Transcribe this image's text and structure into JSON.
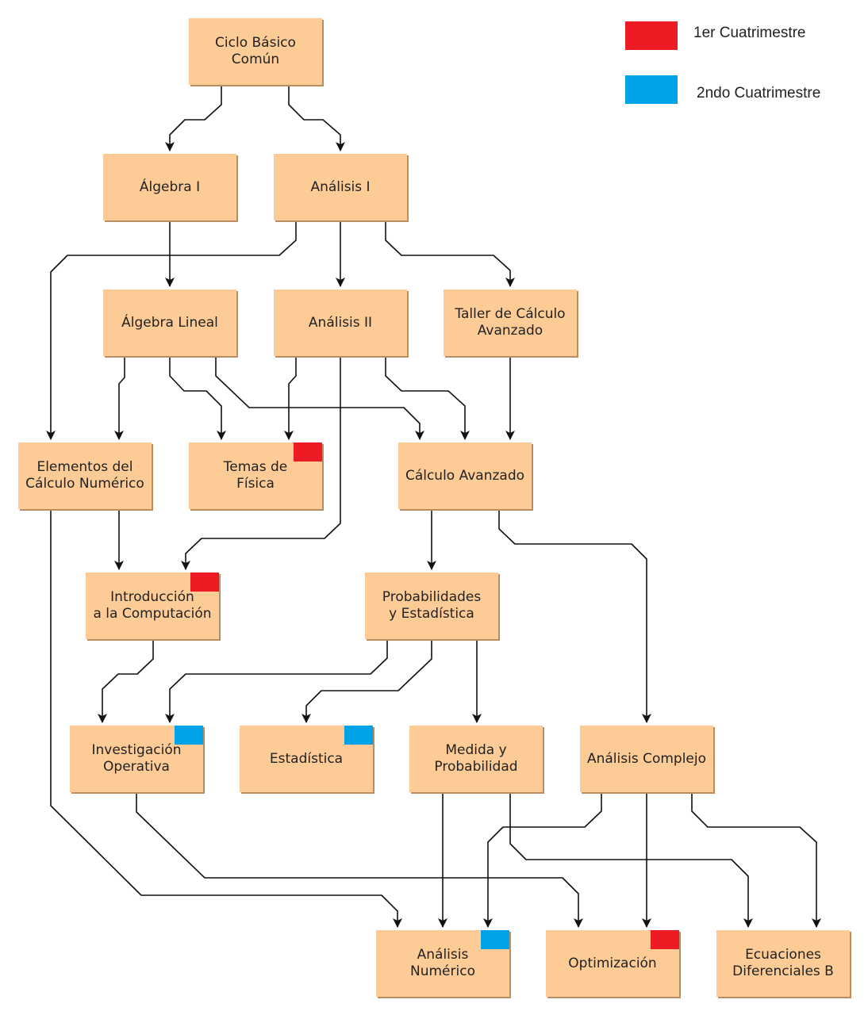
{
  "colors": {
    "node_fill": "#fdcb96",
    "edge": "#111111",
    "first_semester": "#ed1c24",
    "second_semester": "#00a2e8"
  },
  "legend": [
    {
      "id": "first",
      "label": "1er Cuatrimestre",
      "color": "#ed1c24"
    },
    {
      "id": "second",
      "label": "2ndo Cuatrimestre",
      "color": "#00a2e8"
    }
  ],
  "nodes": [
    {
      "id": "cbc",
      "label": "Ciclo Básico\nComún",
      "tag": null
    },
    {
      "id": "algebra1",
      "label": "Álgebra I",
      "tag": null
    },
    {
      "id": "analisis1",
      "label": "Análisis I",
      "tag": null
    },
    {
      "id": "algebra_lineal",
      "label": "Álgebra Lineal",
      "tag": null
    },
    {
      "id": "analisis2",
      "label": "Análisis II",
      "tag": null
    },
    {
      "id": "taller",
      "label": "Taller de Cálculo\nAvanzado",
      "tag": null
    },
    {
      "id": "elementos",
      "label": "Elementos del\nCálculo Numérico",
      "tag": null
    },
    {
      "id": "fisica",
      "label": "Temas de\nFísica",
      "tag": "first"
    },
    {
      "id": "calculo_avanzado",
      "label": "Cálculo Avanzado",
      "tag": null
    },
    {
      "id": "intro_comp",
      "label": "Introducción\na la Computación",
      "tag": "first"
    },
    {
      "id": "probabilidades",
      "label": "Probabilidades\ny Estadística",
      "tag": null
    },
    {
      "id": "investigacion",
      "label": "Investigación\nOperativa",
      "tag": "second"
    },
    {
      "id": "estadistica",
      "label": "Estadística",
      "tag": "second"
    },
    {
      "id": "medida",
      "label": "Medida y\nProbabilidad",
      "tag": null
    },
    {
      "id": "complejo",
      "label": "Análisis Complejo",
      "tag": null
    },
    {
      "id": "numerico",
      "label": "Análisis\nNumérico",
      "tag": "second"
    },
    {
      "id": "optimizacion",
      "label": "Optimización",
      "tag": "first"
    },
    {
      "id": "ecuaciones",
      "label": "Ecuaciones\nDiferenciales B",
      "tag": null
    }
  ],
  "edges": [
    {
      "from": "cbc",
      "to": "algebra1"
    },
    {
      "from": "cbc",
      "to": "analisis1"
    },
    {
      "from": "algebra1",
      "to": "algebra_lineal"
    },
    {
      "from": "analisis1",
      "to": "analisis2"
    },
    {
      "from": "analisis1",
      "to": "taller"
    },
    {
      "from": "analisis1",
      "to": "elementos"
    },
    {
      "from": "algebra_lineal",
      "to": "elementos"
    },
    {
      "from": "algebra_lineal",
      "to": "fisica"
    },
    {
      "from": "algebra_lineal",
      "to": "calculo_avanzado"
    },
    {
      "from": "analisis2",
      "to": "fisica"
    },
    {
      "from": "analisis2",
      "to": "calculo_avanzado"
    },
    {
      "from": "analisis2",
      "to": "intro_comp"
    },
    {
      "from": "taller",
      "to": "calculo_avanzado"
    },
    {
      "from": "elementos",
      "to": "intro_comp"
    },
    {
      "from": "elementos",
      "to": "numerico"
    },
    {
      "from": "calculo_avanzado",
      "to": "probabilidades"
    },
    {
      "from": "calculo_avanzado",
      "to": "complejo"
    },
    {
      "from": "intro_comp",
      "to": "investigacion"
    },
    {
      "from": "probabilidades",
      "to": "investigacion"
    },
    {
      "from": "probabilidades",
      "to": "estadistica"
    },
    {
      "from": "probabilidades",
      "to": "medida"
    },
    {
      "from": "investigacion",
      "to": "optimizacion"
    },
    {
      "from": "medida",
      "to": "numerico"
    },
    {
      "from": "medida",
      "to": "ecuaciones"
    },
    {
      "from": "complejo",
      "to": "numerico"
    },
    {
      "from": "complejo",
      "to": "optimizacion"
    },
    {
      "from": "complejo",
      "to": "ecuaciones"
    }
  ]
}
